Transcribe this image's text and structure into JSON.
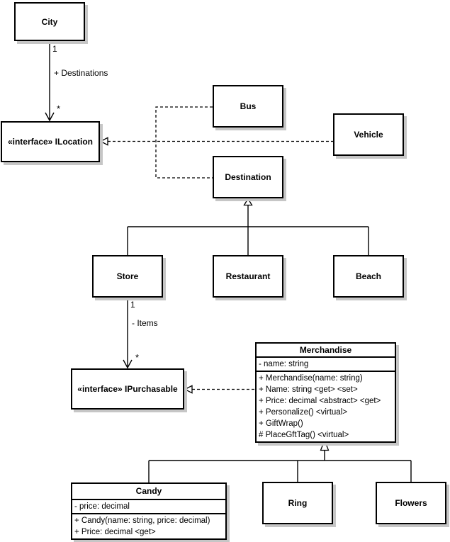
{
  "nodes": {
    "city": {
      "label": "City"
    },
    "ilocation": {
      "label": "«interface» ILocation"
    },
    "bus": {
      "label": "Bus"
    },
    "vehicle": {
      "label": "Vehicle"
    },
    "destination": {
      "label": "Destination"
    },
    "store": {
      "label": "Store"
    },
    "restaurant": {
      "label": "Restaurant"
    },
    "beach": {
      "label": "Beach"
    },
    "ipurchasable": {
      "label": "«interface» IPurchasable"
    },
    "merchandise": {
      "title": "Merchandise",
      "attributes": [
        "- name: string"
      ],
      "methods": [
        "+ Merchandise(name: string)",
        "+ Name: string <get> <set>",
        "+ Price: decimal <abstract> <get>",
        "+ Personalize() <virtual>",
        "+ GiftWrap()",
        "# PlaceGftTag() <virtual>"
      ]
    },
    "candy": {
      "title": "Candy",
      "attributes": [
        "- price: decimal"
      ],
      "methods": [
        "+ Candy(name: string, price: decimal)",
        "+ Price: decimal <get>"
      ]
    },
    "ring": {
      "label": "Ring"
    },
    "flowers": {
      "label": "Flowers"
    }
  },
  "edges": {
    "city_ilocation": {
      "from_multiplicity": "1",
      "label": "+ Destinations",
      "to_multiplicity": "*"
    },
    "store_ipurchasable": {
      "from_multiplicity": "1",
      "label": "- Items",
      "to_multiplicity": "*"
    }
  },
  "colors": {
    "line": "#000000",
    "box_fill": "#ffffff",
    "shadow": "#c6c6c6",
    "background": "#ffffff",
    "text": "#000000"
  }
}
